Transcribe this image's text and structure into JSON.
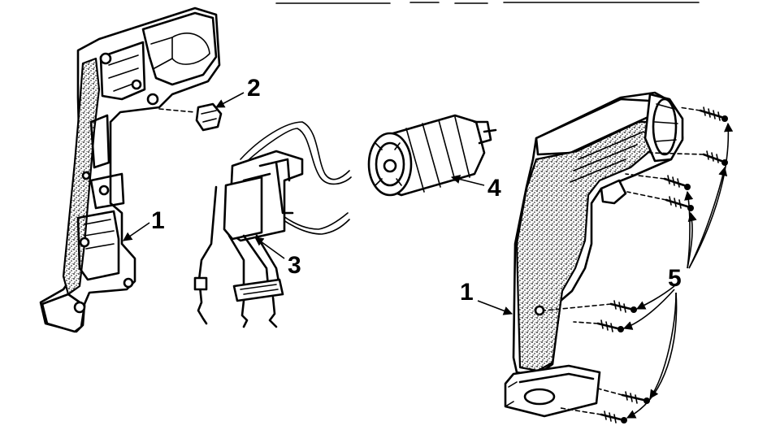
{
  "callouts": {
    "c1_left": "1",
    "c2": "2",
    "c3": "3",
    "c4": "4",
    "c5": "5",
    "c1_right": "1"
  }
}
